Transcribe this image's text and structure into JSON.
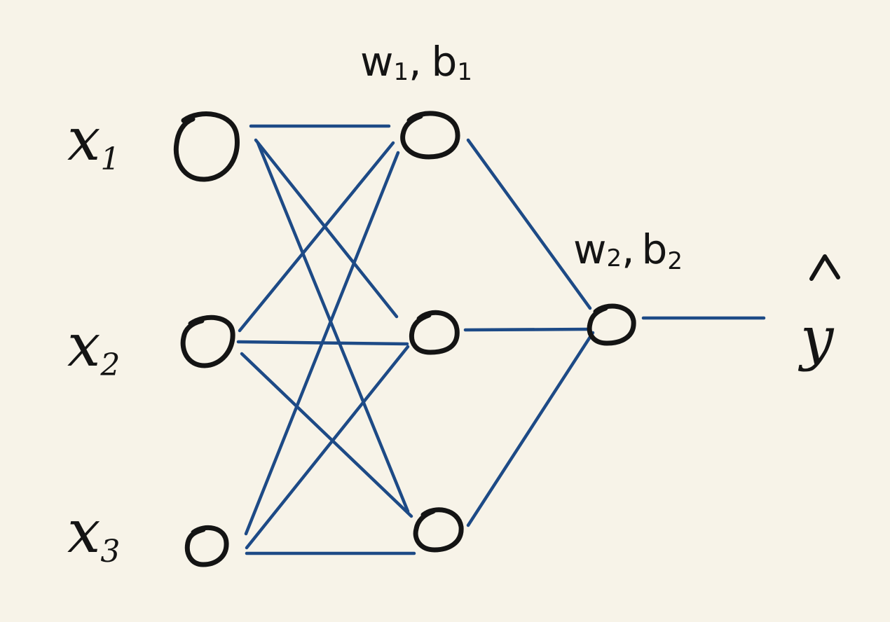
{
  "inputs": [
    {
      "base": "x",
      "sub": "1"
    },
    {
      "base": "x",
      "sub": "2"
    },
    {
      "base": "x",
      "sub": "3"
    }
  ],
  "layer1_params": {
    "w": "w",
    "w_sub": "1",
    "sep": ",",
    "b": "b",
    "b_sub": "1"
  },
  "layer2_params": {
    "w": "w",
    "w_sub": "2",
    "sep": ",",
    "b": "b",
    "b_sub": "2"
  },
  "output": {
    "base": "y",
    "mark": "hat"
  },
  "colors": {
    "edge": "#1d4a86",
    "node": "#141414",
    "background": "#f7f3e8"
  }
}
